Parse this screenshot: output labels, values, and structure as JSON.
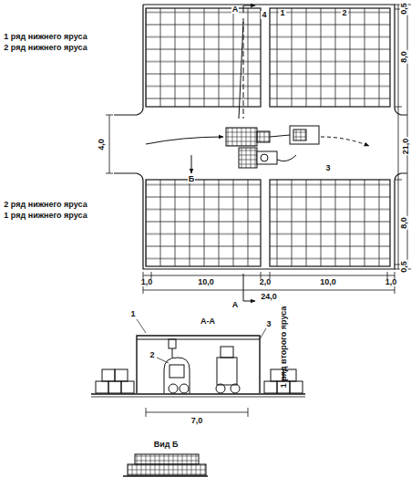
{
  "diagram": {
    "labels": [
      "1 ряд нижнего яруса",
      "2 ряд нижнего яруса",
      "2 ряд нижнего яруса",
      "1 ряд нижнего яруса",
      "А",
      "4",
      "1",
      "2",
      "3",
      "Б",
      "А",
      "0,5",
      "8,0",
      "21,0",
      "8,0",
      "0,5",
      "4,0",
      "1,0",
      "10,0",
      "2,0",
      "10,0",
      "1,0",
      "24,0",
      "А-А",
      "1",
      "2",
      "3",
      "1 ряд второго яруса",
      "7,0",
      "Вид Б"
    ]
  }
}
